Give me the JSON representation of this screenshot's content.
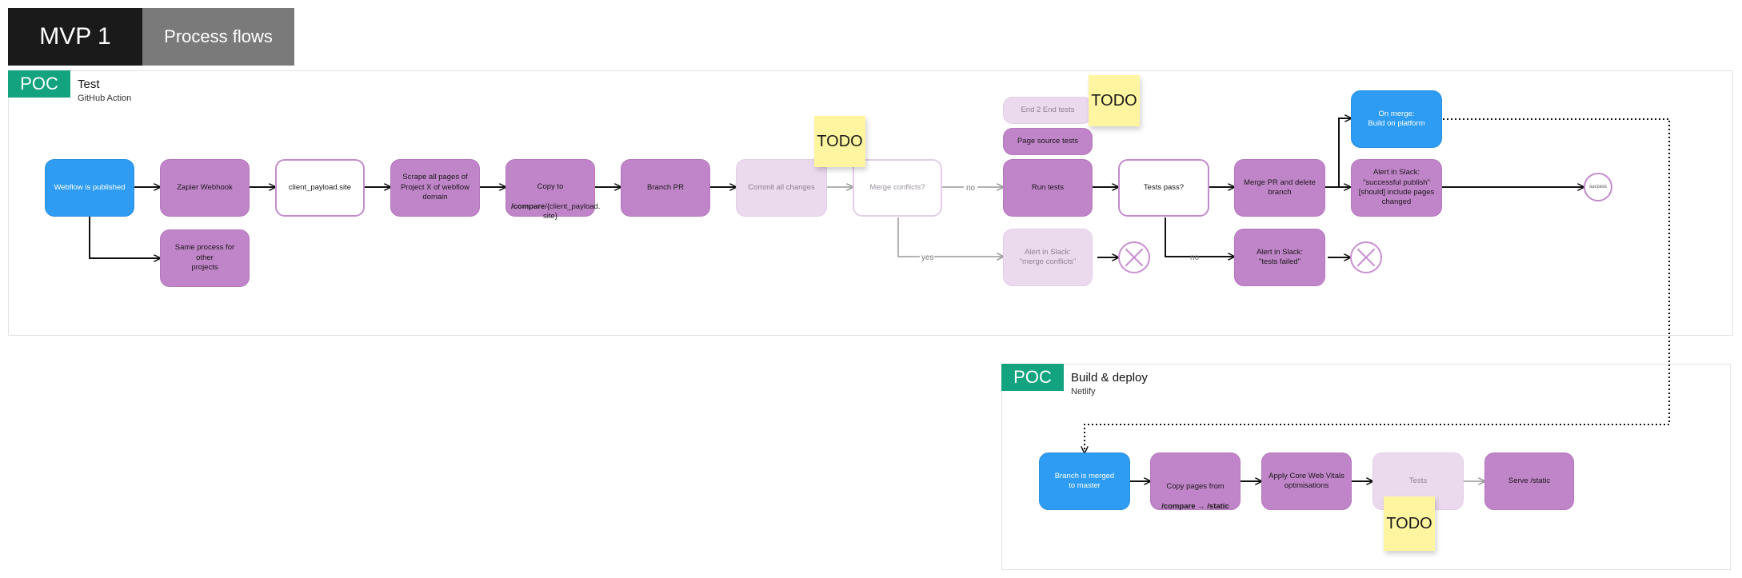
{
  "header": {
    "mvp_label": "MVP 1",
    "flows_label": "Process flows"
  },
  "frames": {
    "test": {
      "badge": "POC",
      "title": "Test",
      "subtitle": "GitHub Action"
    },
    "build": {
      "badge": "POC",
      "title": "Build & deploy",
      "subtitle": "Netlify"
    }
  },
  "nodes": {
    "webflow_published": "Webflow is published",
    "zapier_webhook": "Zapier Webhook",
    "client_payload": "client_payload.site",
    "scrape_pages": "Scrape all pages of\nProject X of webflow\ndomain",
    "copy_compare_pre": "Copy to",
    "copy_compare_bold": "/compare",
    "copy_compare_post": "/{client_payload.\nsite}",
    "branch_pr": "Branch PR",
    "commit_changes": "Commit all changes",
    "merge_conflicts": "Merge conflicts?",
    "e2e_tests": "End 2 End tests",
    "page_source_tests": "Page source tests",
    "run_tests": "Run tests",
    "tests_pass": "Tests pass?",
    "merge_delete": "Merge PR and delete\nbranch",
    "on_merge": "On merge:\nBuild on platform",
    "alert_success": "Alert in Slack:\n\"successful publish\"\n[should] include pages\nchanged",
    "success_end": "success",
    "same_process": "Same process for other\nprojects",
    "alert_conflicts": "Alert in Slack:\n\"merge conflicts\"",
    "alert_failed": "Alert in Slack:\n\"tests failed\"",
    "branch_merged": "Branch is merged\nto master",
    "copy_pages_pre": "Copy pages from",
    "copy_pages_bold": "/compare → /static",
    "apply_cwv": "Apply Core Web Vitals\noptimisations",
    "tests_build": "Tests",
    "serve_static": "Serve /static"
  },
  "edge_labels": {
    "no_conflicts": "no",
    "yes_conflicts": "yes",
    "no_tests": "no"
  },
  "stickies": {
    "todo_commit": "TODO",
    "todo_tests": "TODO",
    "todo_build": "TODO"
  },
  "colors": {
    "blue_node": "#2d9cf2",
    "purple_node": "#c084c8",
    "faded_node": "#e2cae6",
    "badge_green": "#14a37f",
    "sticky_yellow": "#fff5a0",
    "mvp_tab": "#1a1a1a",
    "flows_tab": "#7a7a7a"
  }
}
